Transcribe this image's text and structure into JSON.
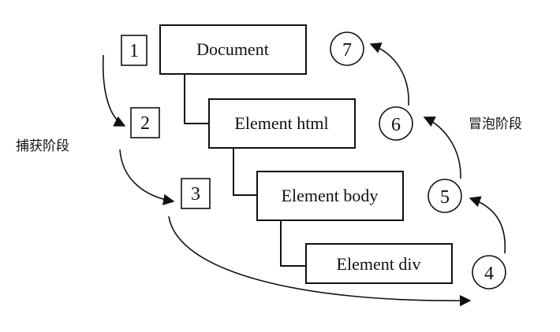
{
  "diagram": {
    "nodes": [
      {
        "id": "document",
        "label": "Document"
      },
      {
        "id": "html",
        "label": "Element html"
      },
      {
        "id": "body",
        "label": "Element body"
      },
      {
        "id": "div",
        "label": "Element div"
      }
    ],
    "capture_steps": [
      "1",
      "2",
      "3"
    ],
    "bubble_steps": [
      "4",
      "5",
      "6",
      "7"
    ],
    "capture_label": "捕获阶段",
    "bubble_label": "冒泡阶段",
    "colors": {
      "line": "#111111",
      "background": "#ffffff"
    }
  }
}
